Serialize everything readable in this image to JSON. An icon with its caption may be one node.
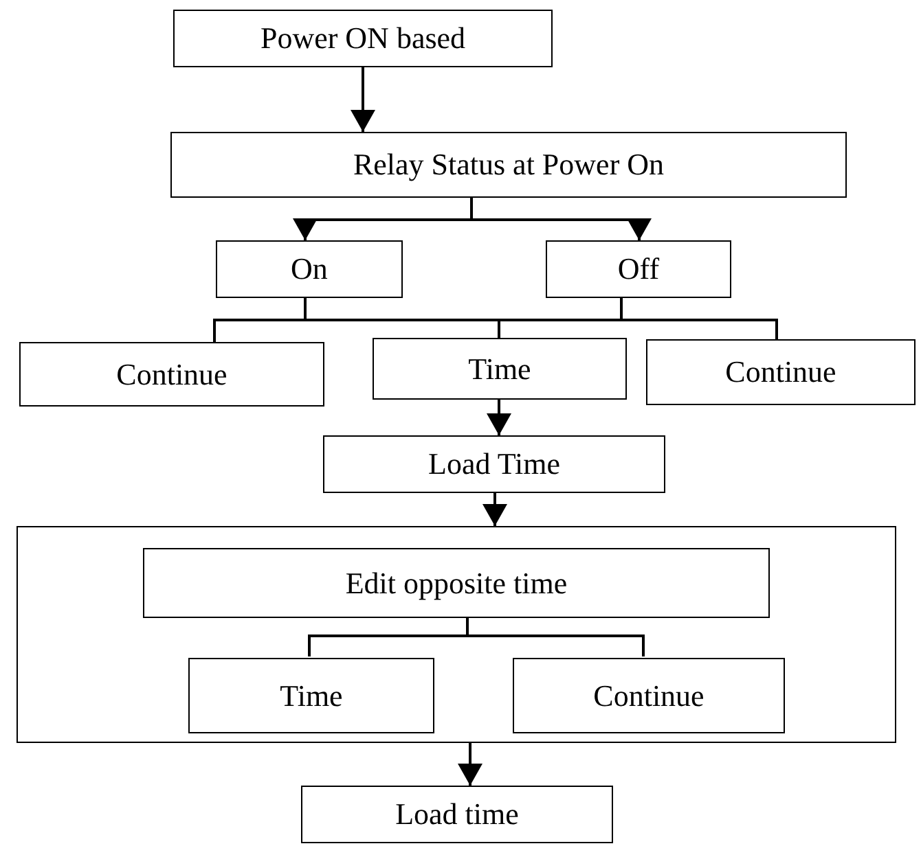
{
  "diagram": {
    "nodes": [
      {
        "text": [
          "Power ON based"
        ]
      },
      {
        "text": [
          "Relay Status at Power On"
        ]
      },
      {
        "text": [
          "On"
        ]
      },
      {
        "text": [
          "Off"
        ]
      },
      {
        "text": [
          "Continue"
        ]
      },
      {
        "text": [
          "Time"
        ]
      },
      {
        "text": [
          "Continue"
        ]
      },
      {
        "text": [
          "Load Time"
        ]
      },
      {
        "text": [],
        "shape": "box"
      },
      {
        "text": [
          "Edit opposite time"
        ],
        "in": 8
      },
      {
        "text": [
          "Time"
        ],
        "in": 8
      },
      {
        "text": [
          "Continue"
        ],
        "in": 8
      },
      {
        "text": [
          "Load time"
        ]
      }
    ],
    "edges": [
      {
        "from": 0,
        "to": 1,
        "arrow": "to"
      },
      {
        "from": 1,
        "to": 2,
        "arrow": "to"
      },
      {
        "from": 1,
        "to": 3,
        "arrow": "to"
      },
      {
        "from": 2,
        "to": 4,
        "arrow": "none"
      },
      {
        "from": 2,
        "to": 5,
        "arrow": "none"
      },
      {
        "from": 2,
        "to": 6,
        "arrow": "none"
      },
      {
        "from": 3,
        "to": 4,
        "arrow": "none"
      },
      {
        "from": 3,
        "to": 5,
        "arrow": "none"
      },
      {
        "from": 3,
        "to": 6,
        "arrow": "none"
      },
      {
        "from": 5,
        "to": 7,
        "arrow": "to"
      },
      {
        "from": 7,
        "to": 8,
        "arrow": "to"
      },
      {
        "from": 9,
        "to": 10,
        "arrow": "none"
      },
      {
        "from": 9,
        "to": 11,
        "arrow": "none"
      },
      {
        "from": 8,
        "to": 12,
        "arrow": "to"
      }
    ]
  }
}
